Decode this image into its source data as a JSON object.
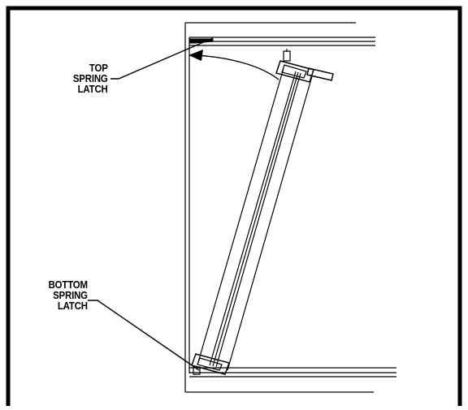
{
  "callouts": {
    "top": [
      "TOP",
      "SPRING",
      "LATCH"
    ],
    "bottom": [
      "BOTTOM",
      "SPRING",
      "LATCH"
    ]
  },
  "colors": {
    "line": "#000000",
    "background": "#ffffff"
  }
}
